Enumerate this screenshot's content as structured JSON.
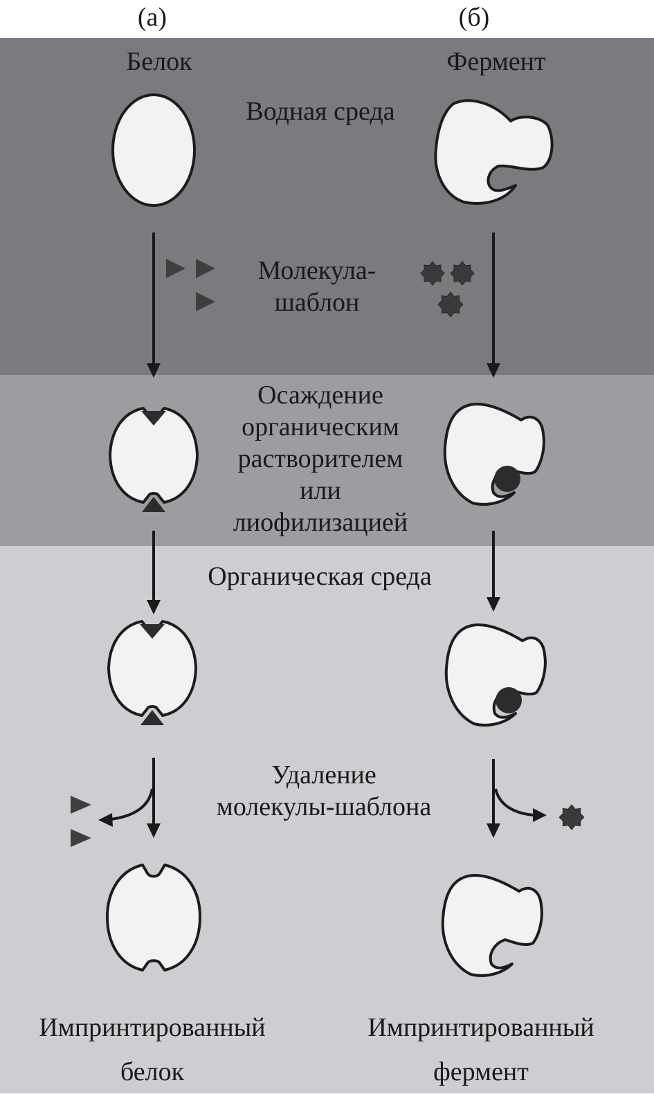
{
  "header": {
    "panel_a": "(а)",
    "panel_b": "(б)"
  },
  "columns": {
    "protein": "Белок",
    "enzyme": "Фермент"
  },
  "stages": {
    "aqueous": "Водная среда",
    "template": "Молекула-\nшаблон",
    "precipitation": "Осаждение\nорганическим\nрастворителем\nили\nлиофилизацией",
    "organic": "Органическая среда",
    "removal": "Удаление\nмолекулы-шаблона"
  },
  "results": {
    "protein": "Импринтированный\nбелок",
    "enzyme": "Импринтированный\nфермент"
  },
  "colors": {
    "aqueous_band": "#7b7b7f",
    "precipitation_band": "#9c9da1",
    "organic_band": "#cdced1",
    "shape_fill": "#f2f2f2",
    "template_mark": "#3e3e3e"
  }
}
